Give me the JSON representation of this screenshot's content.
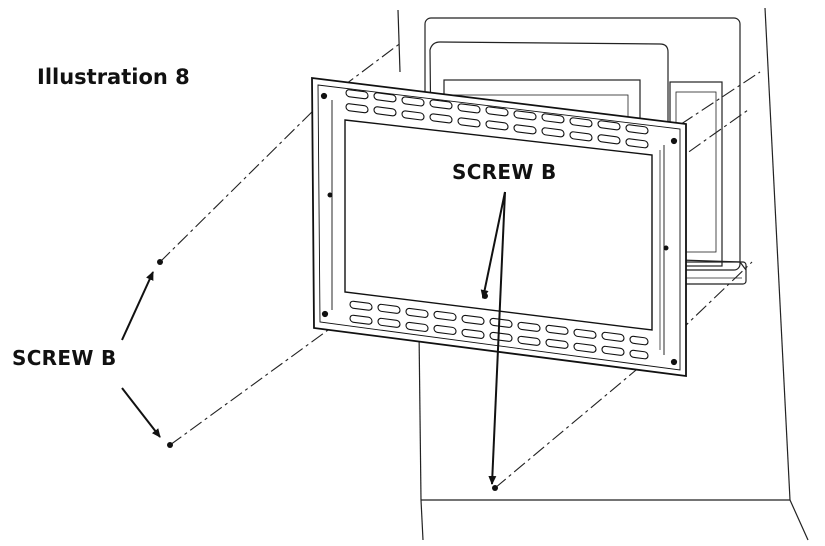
{
  "title": "Illustration 8",
  "labels": {
    "screw_center": "SCREW B",
    "screw_left": "SCREW B"
  },
  "colors": {
    "ink": "#111111",
    "frame_fill": "#ffffff",
    "background": "#ffffff"
  }
}
